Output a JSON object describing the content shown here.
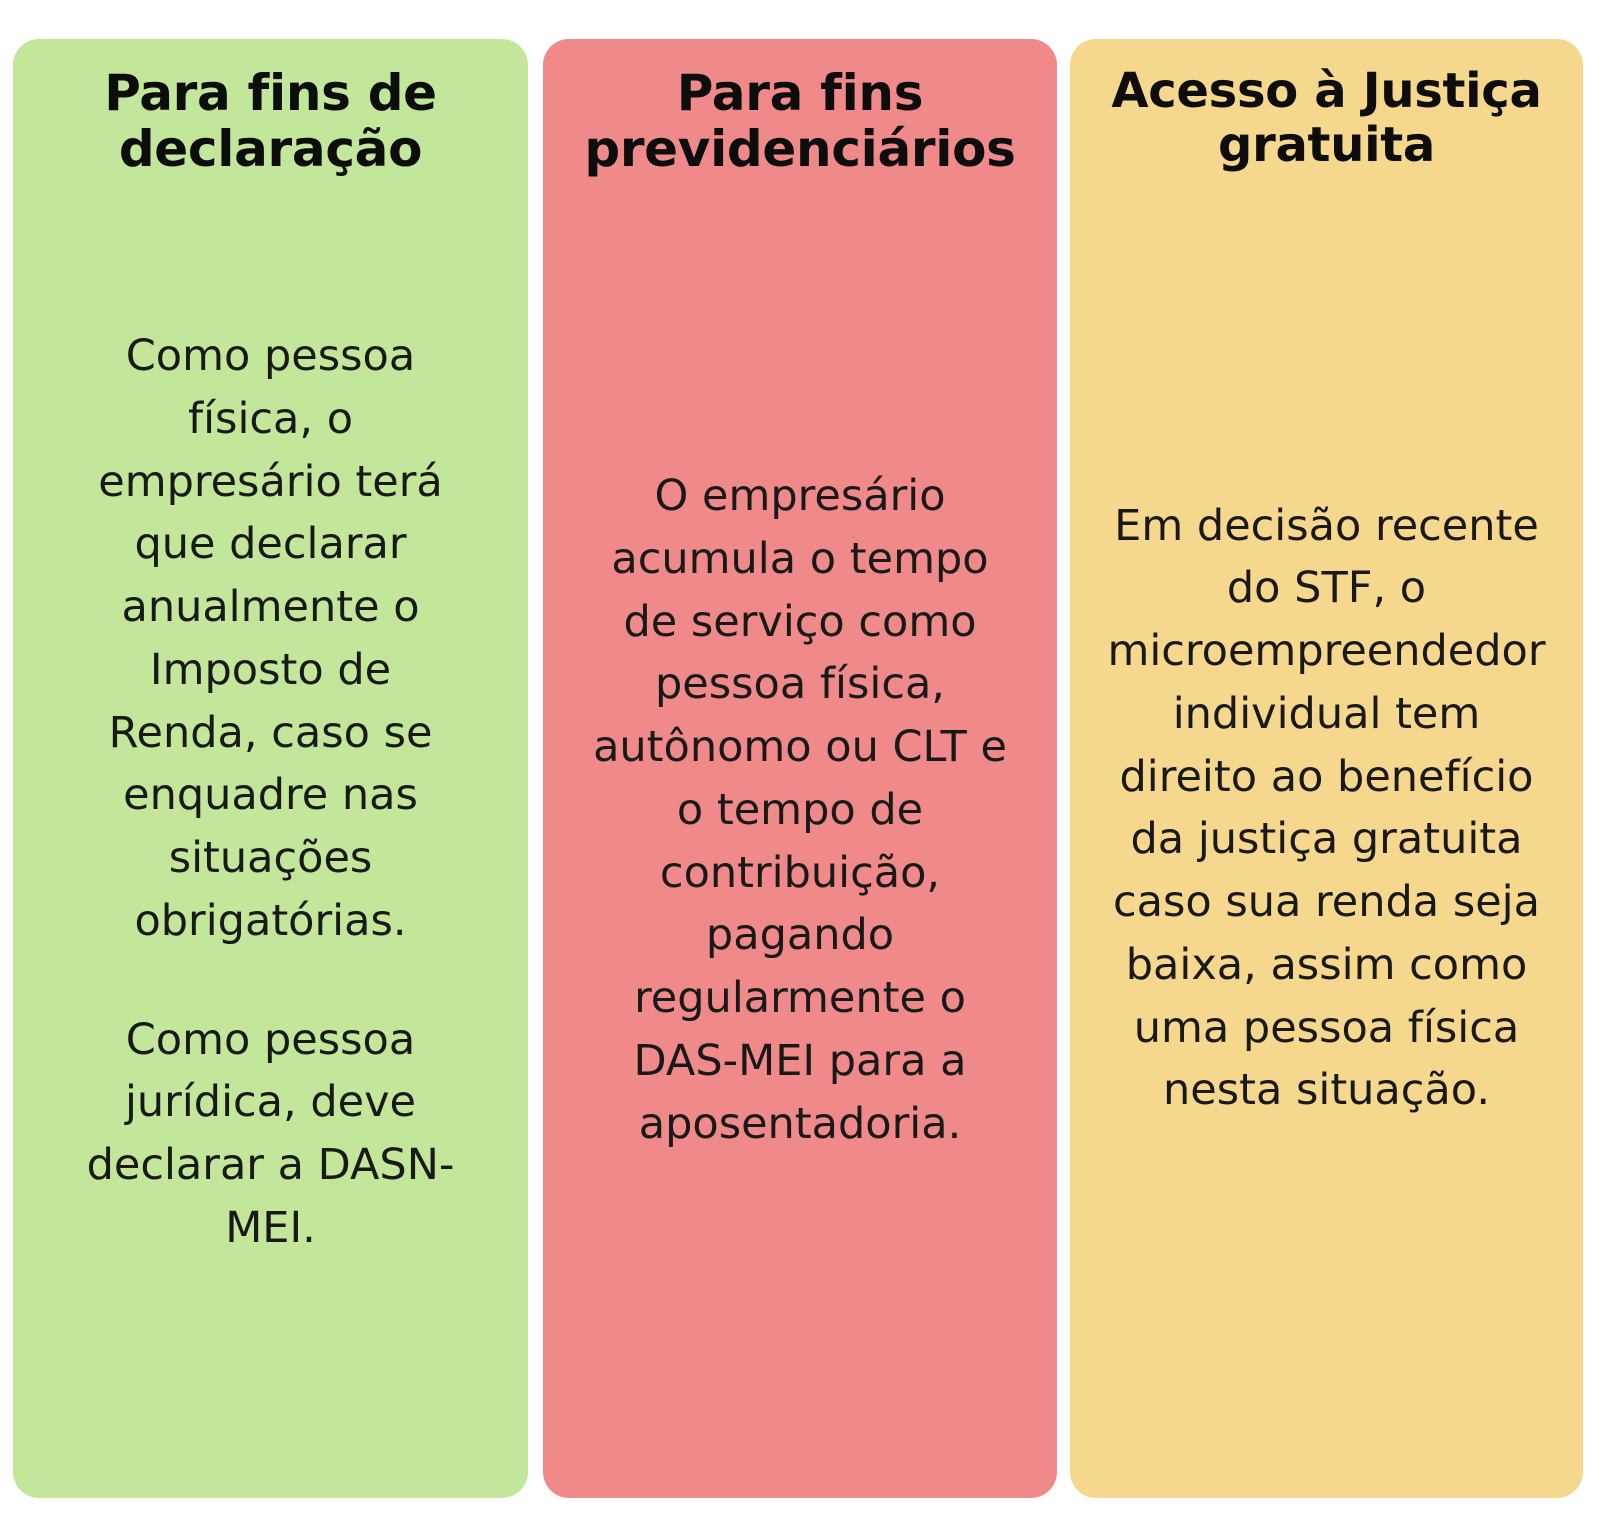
{
  "page": {
    "language": "pt-BR",
    "background_color": "#ffffff",
    "layout": "three-column-cards"
  },
  "cards": [
    {
      "id": "declaracao",
      "title": "Para fins de declaração",
      "accent_color": "#c2e69a",
      "text_color": "#191919",
      "paragraphs": [
        "Como pessoa física, o empresário terá que declarar anualmente o Imposto de Renda, caso se enquadre nas situações obrigatórias.",
        "Como pessoa jurídica, deve declarar a DASN-MEI."
      ]
    },
    {
      "id": "previdenciarios",
      "title": "Para fins previdenciários",
      "accent_color": "#f08a8a",
      "text_color": "#0d0d0d",
      "paragraphs": [
        "O empresário acumula o tempo de serviço como pessoa física, autônomo ou CLT e o tempo de contribuição, pagando regularmente o DAS-MEI para a aposentadoria."
      ]
    },
    {
      "id": "justica-gratuita",
      "title": "Acesso à Justiça gratuita",
      "accent_color": "#f5d78e",
      "text_color": "#0d0d0d",
      "paragraphs": [
        "Em decisão recente do STF, o microempreendedor individual tem direito ao benefício da justiça gratuita caso sua renda seja baixa, assim como uma pessoa física nesta situação."
      ]
    }
  ]
}
